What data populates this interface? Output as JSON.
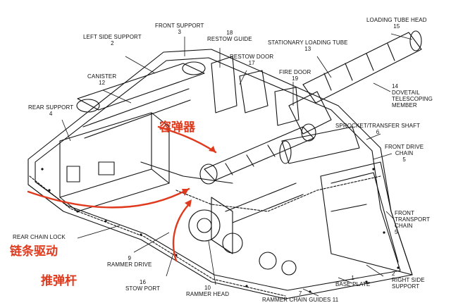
{
  "labels": {
    "loading_tube_head": {
      "text": "LOADING TUBE HEAD",
      "num": "15"
    },
    "front_support": {
      "text": "FRONT SUPPORT",
      "num": "3"
    },
    "left_side_support": {
      "text": "LEFT SIDE SUPPORT",
      "num": "2"
    },
    "restow_guide": {
      "text": "RESTOW GUIDE",
      "num": "18"
    },
    "stationary_loading_tube": {
      "text": "STATIONARY LOADING TUBE",
      "num": "13"
    },
    "restow_door": {
      "text": "RESTOW DOOR",
      "num": "17"
    },
    "canister": {
      "text": "CANISTER",
      "num": "12"
    },
    "fire_door": {
      "text": "FIRE DOOR",
      "num": "19"
    },
    "dovetail_telescoping_member": {
      "line1": "DOVETAIL",
      "line2": "TELESCOPING",
      "line3": "MEMBER",
      "num": "14"
    },
    "rear_support": {
      "text": "REAR SUPPORT",
      "num": "4"
    },
    "sprocket_transfer_shaft": {
      "text": "SPROCKET/TRANSFER SHAFT",
      "num": "6"
    },
    "front_drive_chain": {
      "line1": "FRONT DRIVE",
      "line2": "CHAIN",
      "num": "5"
    },
    "front_transport_chain": {
      "line1": "FRONT",
      "line2": "TRANSPORT",
      "line3": "CHAIN",
      "num": "5"
    },
    "rear_chain_lock": {
      "text": "REAR CHAIN LOCK"
    },
    "rammer_drive": {
      "text": "RAMMER DRIVE",
      "num": "9"
    },
    "stow_port": {
      "text": "STOW PORT",
      "num": "16"
    },
    "rammer_head": {
      "text": "RAMMER HEAD",
      "num": "10"
    },
    "right_side_support": {
      "line1": "RIGHT SIDE",
      "line2": "SUPPORT",
      "num": "2"
    },
    "base_plate": {
      "text": "BASE PLATE",
      "num": "1"
    },
    "rammer_chain_guides": {
      "text": "RAMMER CHAIN GUIDES 11",
      "num": "7"
    }
  },
  "chinese": {
    "canister_cn": "容弹器",
    "chain_drive_cn": "链条驱动",
    "rammer_cn": "推弹杆"
  },
  "colors": {
    "line": "#111111",
    "annotation": "#e03a1e",
    "background": "#ffffff"
  }
}
